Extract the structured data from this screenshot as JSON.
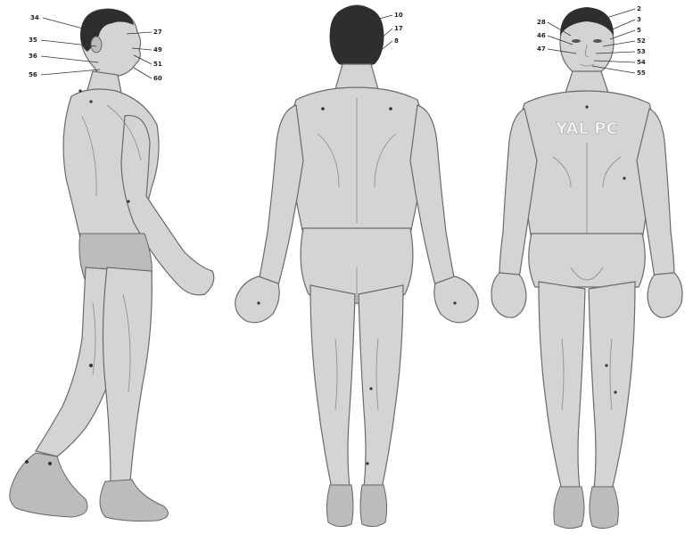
{
  "side_labels": [
    {
      "text": "34"
    },
    {
      "text": "35"
    },
    {
      "text": "36"
    },
    {
      "text": "56"
    },
    {
      "text": "27"
    },
    {
      "text": "49"
    },
    {
      "text": "51"
    },
    {
      "text": "60"
    }
  ],
  "back_labels": [
    {
      "text": "10"
    },
    {
      "text": "17"
    },
    {
      "text": "8"
    }
  ],
  "front_labels": [
    {
      "text": "28"
    },
    {
      "text": "46"
    },
    {
      "text": "47"
    },
    {
      "text": "2"
    },
    {
      "text": "3"
    },
    {
      "text": "5"
    },
    {
      "text": "52"
    },
    {
      "text": "53"
    },
    {
      "text": "54"
    },
    {
      "text": "55"
    }
  ],
  "chest_text": "YAL PC"
}
